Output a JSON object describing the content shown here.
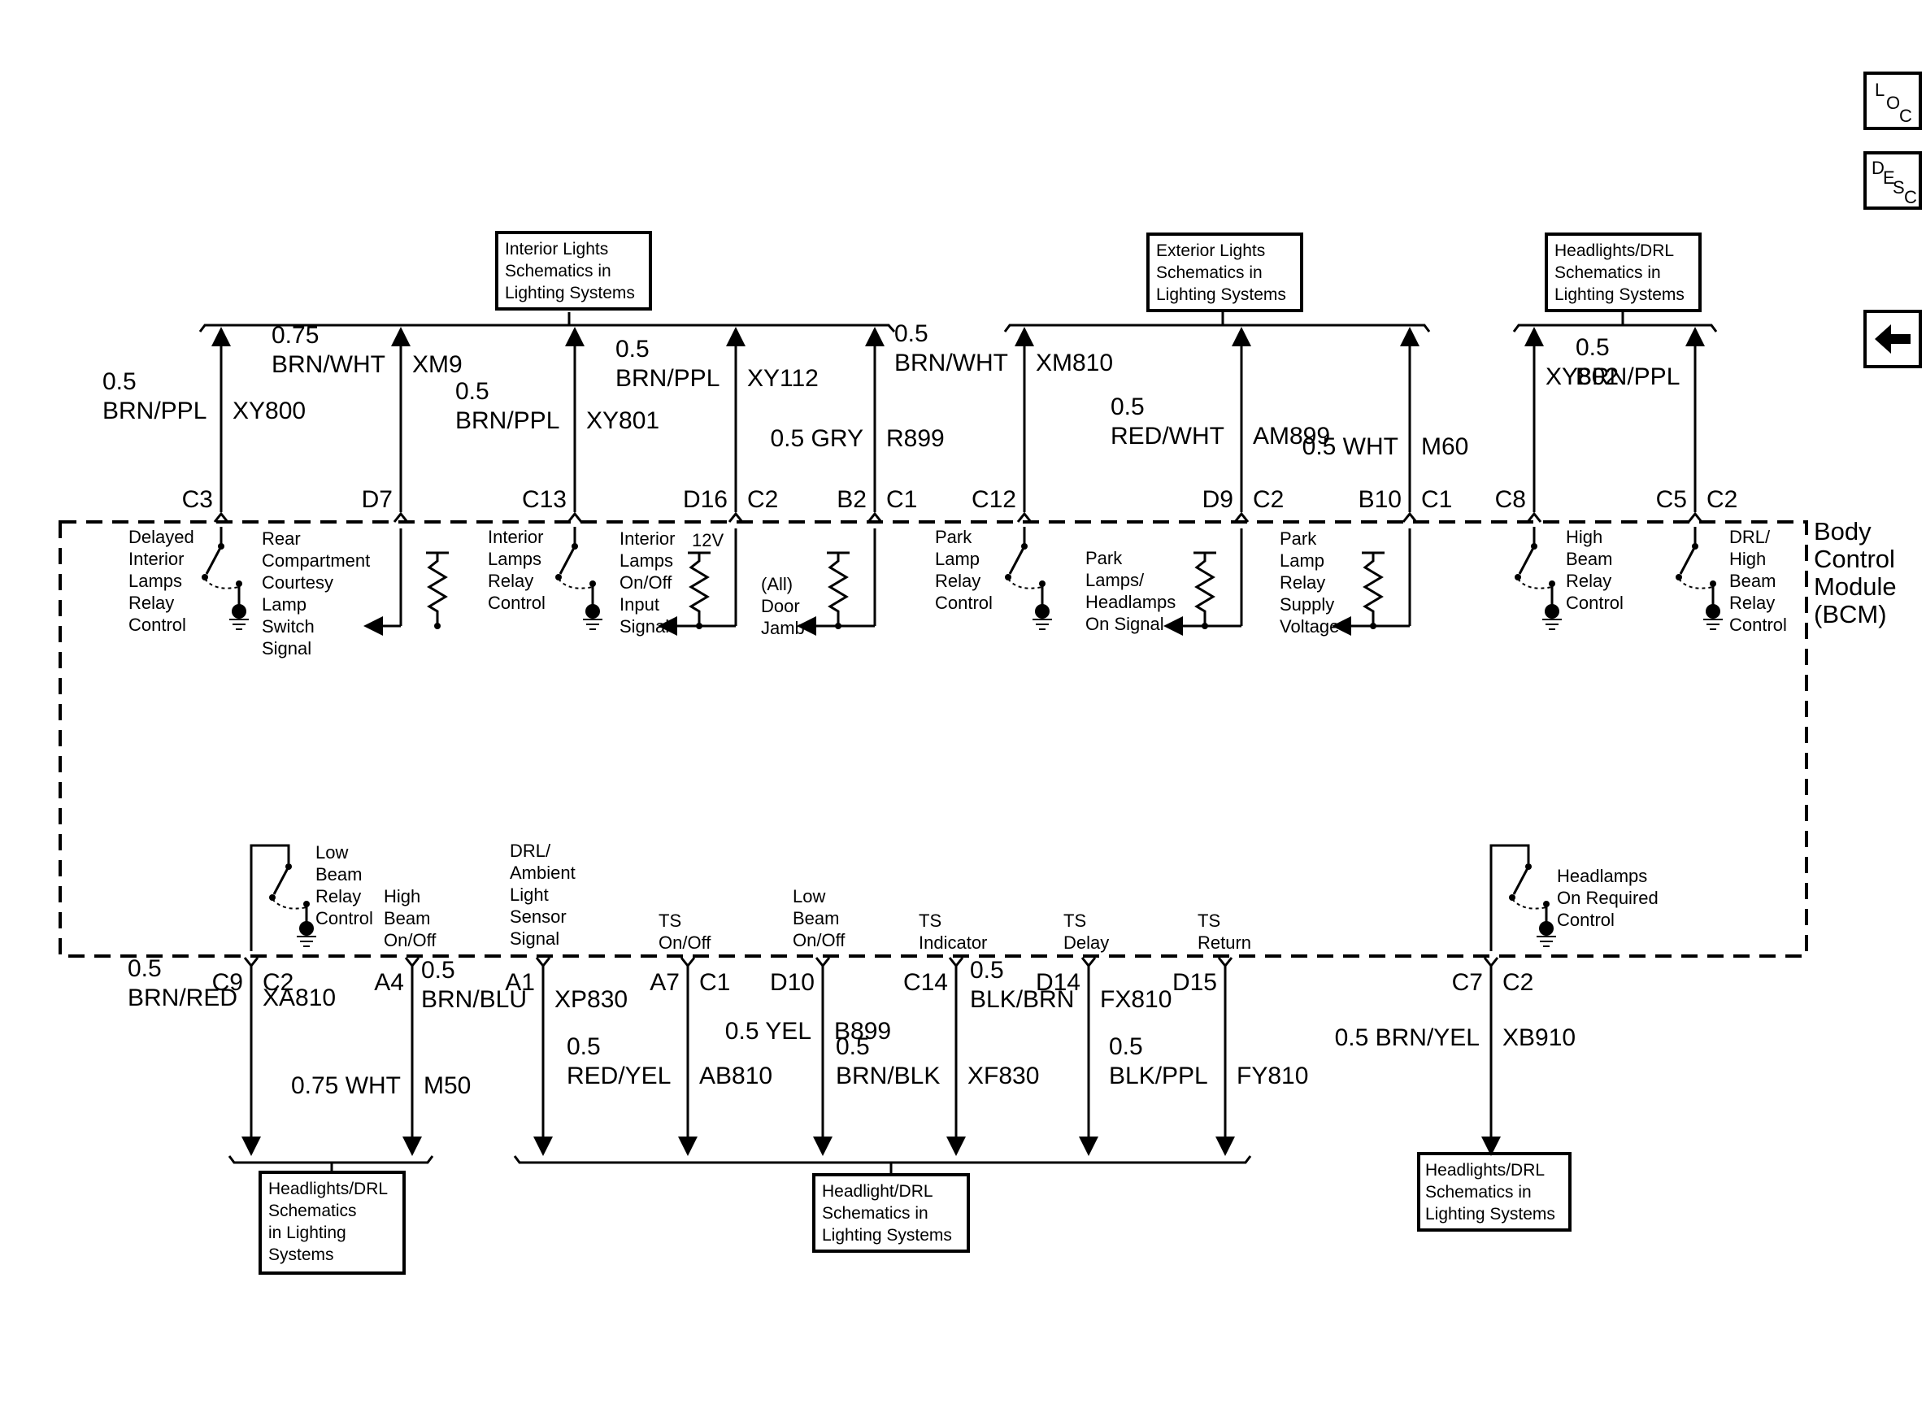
{
  "nav": {
    "loc": {
      "l": "L",
      "o": "O",
      "c": "C"
    },
    "desc": {
      "d": "D",
      "e": "E",
      "s": "S",
      "c": "C"
    },
    "back_icon": "left-arrow-icon"
  },
  "module": {
    "lines": [
      "Body",
      "Control",
      "Module",
      "(BCM)"
    ]
  },
  "ref_boxes": [
    {
      "id": "interior-lights",
      "lines": [
        "Interior Lights",
        "Schematics in",
        "Lighting Systems"
      ]
    },
    {
      "id": "exterior-lights",
      "lines": [
        "Exterior Lights",
        "Schematics in",
        "Lighting Systems"
      ]
    },
    {
      "id": "headlights-top",
      "lines": [
        "Headlights/DRL",
        "Schematics in",
        "Lighting Systems"
      ]
    },
    {
      "id": "headlights-bottom-left",
      "lines": [
        "Headlights/DRL",
        "Schematics",
        "in Lighting",
        "Systems"
      ]
    },
    {
      "id": "headlight-bottom-center",
      "lines": [
        "Headlight/DRL",
        "Schematics in",
        "Lighting Systems"
      ]
    },
    {
      "id": "headlights-bottom-right",
      "lines": [
        "Headlights/DRL",
        "Schematics in",
        "Lighting Systems"
      ]
    }
  ],
  "top_circuits": [
    {
      "pin": "C3",
      "conn": "",
      "wire": [
        "0.5",
        "BRN/PPL"
      ],
      "circuit": "XY800",
      "dir": "in",
      "function": [
        "Delayed",
        "Interior",
        "Lamps",
        "Relay",
        "Control"
      ]
    },
    {
      "pin": "D7",
      "conn": "",
      "wire": [
        "0.75",
        "BRN/WHT"
      ],
      "circuit": "XM9",
      "dir": "out",
      "function": [
        "Rear",
        "Compartment",
        "Courtesy",
        "Lamp",
        "Switch",
        "Signal"
      ]
    },
    {
      "pin": "C13",
      "conn": "",
      "wire": [
        "0.5",
        "BRN/PPL"
      ],
      "circuit": "XY801",
      "dir": "in",
      "function": [
        "Interior",
        "Lamps",
        "Relay",
        "Control"
      ]
    },
    {
      "pin": "D16",
      "conn": "C2",
      "wire": [
        "0.5",
        "BRN/PPL"
      ],
      "circuit": "XY112",
      "dir": "out",
      "function": [
        "Interior",
        "Lamps",
        "On/Off",
        "Input",
        "Signal"
      ],
      "supply": "12V"
    },
    {
      "pin": "B2",
      "conn": "C1",
      "wire": [
        "0.5 GRY"
      ],
      "circuit": "R899",
      "dir": "out",
      "function": [
        "(All)",
        "Door",
        "Jamb"
      ]
    },
    {
      "pin": "C12",
      "conn": "",
      "wire": [
        "0.5",
        "BRN/WHT"
      ],
      "circuit": "XM810",
      "dir": "in",
      "function": [
        "Park",
        "Lamp",
        "Relay",
        "Control"
      ]
    },
    {
      "pin": "D9",
      "conn": "C2",
      "wire": [
        "0.5",
        "RED/WHT"
      ],
      "circuit": "AM899",
      "dir": "out",
      "function": [
        "Park",
        "Lamps/",
        "Headlamps",
        "On Signal"
      ]
    },
    {
      "pin": "B10",
      "conn": "C1",
      "wire": [
        "0.5 WHT"
      ],
      "circuit": "M60",
      "dir": "out",
      "function": [
        "Park",
        "Lamp",
        "Relay",
        "Supply",
        "Voltage"
      ]
    },
    {
      "pin": "C8",
      "conn": "",
      "wire": [
        "0.5",
        "BRN/PPL"
      ],
      "circuit": "XY802",
      "dir": "in",
      "function": [
        "High",
        "Beam",
        "Relay",
        "Control"
      ]
    },
    {
      "pin": "C5",
      "conn": "C2",
      "wire": [],
      "circuit": "",
      "dir": "in",
      "function": [
        "DRL/",
        "High",
        "Beam",
        "Relay",
        "Control"
      ]
    }
  ],
  "bottom_circuits": [
    {
      "pin": "C9",
      "conn": "C2",
      "wire": [
        "0.5",
        "BRN/RED"
      ],
      "circuit": "XA810",
      "dir": "out",
      "function": [
        "Low",
        "Beam",
        "Relay",
        "Control"
      ]
    },
    {
      "pin": "A4",
      "conn": "",
      "wire": [
        "0.75 WHT"
      ],
      "circuit": "M50",
      "dir": "in",
      "function": [
        "High",
        "Beam",
        "On/Off"
      ]
    },
    {
      "pin": "A1",
      "conn": "",
      "wire": [
        "0.5",
        "BRN/BLU"
      ],
      "circuit": "XP830",
      "dir": "in",
      "function": [
        "DRL/",
        "Ambient",
        "Light",
        "Sensor",
        "Signal"
      ]
    },
    {
      "pin": "A7",
      "conn": "C1",
      "wire": [
        "0.5",
        "RED/YEL"
      ],
      "circuit": "AB810",
      "dir": "out",
      "function": [
        "TS",
        "On/Off"
      ]
    },
    {
      "pin": "D10",
      "conn": "",
      "wire": [
        "0.5 YEL"
      ],
      "circuit": "B899",
      "dir": "in",
      "function": [
        "Low",
        "Beam",
        "On/Off"
      ]
    },
    {
      "pin": "C14",
      "conn": "",
      "wire": [
        "0.5",
        "BRN/BLK"
      ],
      "circuit": "XF830",
      "dir": "in",
      "function": [
        "TS",
        "Indicator"
      ]
    },
    {
      "pin": "D14",
      "conn": "",
      "wire": [
        "0.5",
        "BLK/BRN"
      ],
      "circuit": "FX810",
      "dir": "out",
      "function": [
        "TS",
        "Delay"
      ]
    },
    {
      "pin": "D15",
      "conn": "",
      "wire": [
        "0.5",
        "BLK/PPL"
      ],
      "circuit": "FY810",
      "dir": "in",
      "function": [
        "TS",
        "Return"
      ]
    },
    {
      "pin": "C7",
      "conn": "C2",
      "wire": [
        "0.5 BRN/YEL"
      ],
      "circuit": "XB910",
      "dir": "out",
      "function": [
        "Headlamps",
        "On Required",
        "Control"
      ]
    }
  ]
}
